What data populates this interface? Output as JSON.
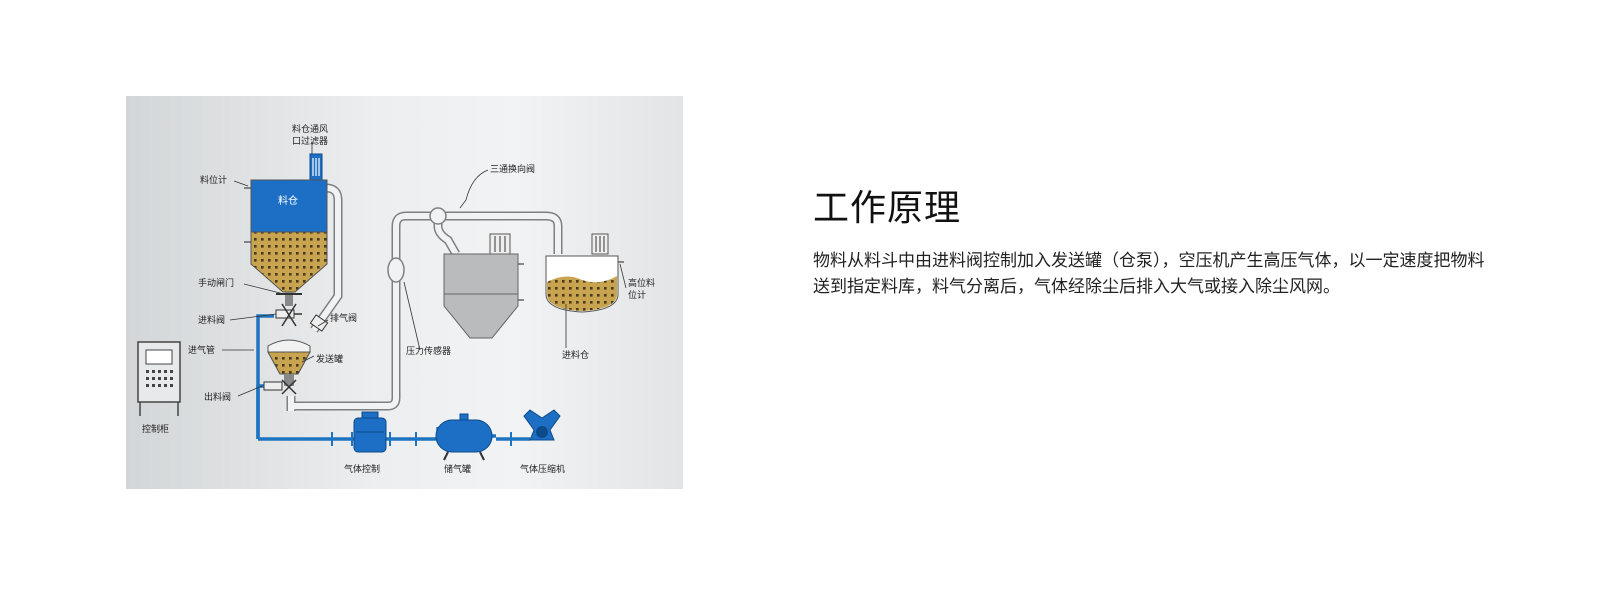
{
  "section": {
    "title": "工作原理",
    "description": "物料从料斗中由进料阀控制加入发送罐（仓泵），空压机产生高压气体，以一定速度把物料送到指定料库，料气分离后，气体经除尘后排入大气或接入除尘风网。"
  },
  "diagram": {
    "labels": {
      "filter": [
        "料仓通风",
        "口过滤器"
      ],
      "level_gauge": "料位计",
      "silo": "料仓",
      "manual_gate": "手动闸门",
      "feed_valve": "进料阀",
      "exhaust_valve": "排气阀",
      "air_pipe": "进气管",
      "send_tank": "发送罐",
      "outlet_valve": "出料阀",
      "control_cabinet": "控制柜",
      "three_way_valve": "三通换向阀",
      "pressure_sensor": "压力传感器",
      "feed_bin": "进料仓",
      "high_level": [
        "高位料",
        "位计"
      ],
      "gas_control": "气体控制",
      "air_tank": "储气罐",
      "compressor": "气体压缩机"
    },
    "colors": {
      "pipe": "#1f74c2",
      "silo_blue": "#1c6fc4",
      "material": "#c8a450",
      "tank_grey": "#b9bbbd",
      "duct": "#f1f2f3"
    }
  }
}
